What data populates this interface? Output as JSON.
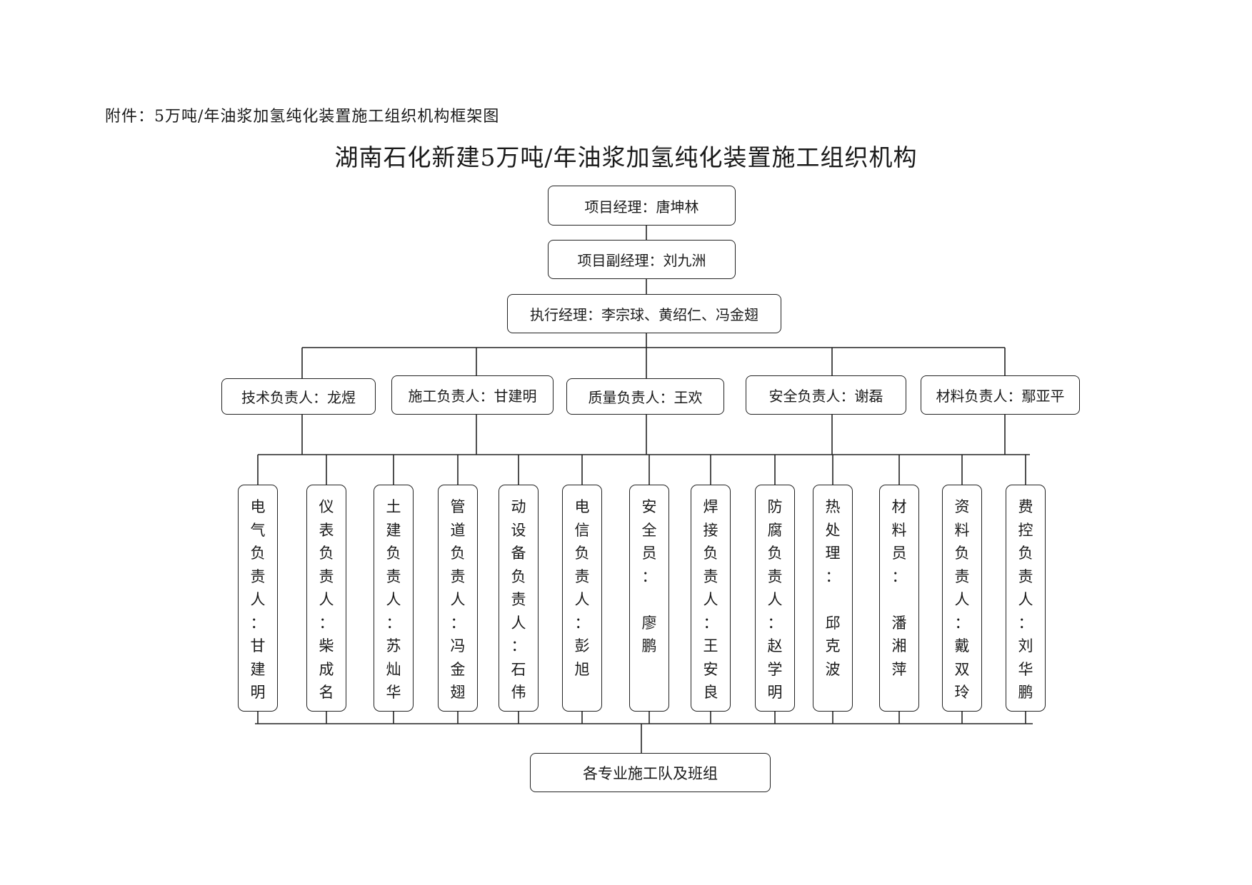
{
  "caption": "附件：5万吨/年油浆加氢纯化装置施工组织机构框架图",
  "title": "湖南石化新建5万吨/年油浆加氢纯化装置施工组织机构",
  "top": {
    "manager": "项目经理：唐坤林",
    "deputy": "项目副经理：刘九洲",
    "executive": "执行经理：李宗球、黄绍仁、冯金翅"
  },
  "leads": [
    {
      "label": "技术负责人：龙煜"
    },
    {
      "label": "施工负责人：甘建明"
    },
    {
      "label": "质量负责人：王欢"
    },
    {
      "label": "安全负责人：谢磊"
    },
    {
      "label": "材料负责人：鄢亚平"
    }
  ],
  "staff": [
    {
      "chars": [
        "电",
        "气",
        "负",
        "责",
        "人",
        "：",
        "甘",
        "建",
        "明"
      ]
    },
    {
      "chars": [
        "仪",
        "表",
        "负",
        "责",
        "人",
        "：",
        "柴",
        "成",
        "名"
      ]
    },
    {
      "chars": [
        "土",
        "建",
        "负",
        "责",
        "人",
        "：",
        "苏",
        "灿",
        "华"
      ]
    },
    {
      "chars": [
        "管",
        "道",
        "负",
        "责",
        "人",
        "：",
        "冯",
        "金",
        "翅"
      ]
    },
    {
      "chars": [
        "动",
        "设",
        "备",
        "负",
        "责",
        "人",
        "：",
        "石",
        "伟"
      ]
    },
    {
      "chars": [
        "电",
        "信",
        "负",
        "责",
        "人",
        "：",
        "彭",
        "旭"
      ]
    },
    {
      "chars": [
        "安",
        "全",
        "员",
        "：",
        "",
        "廖",
        "鹏"
      ]
    },
    {
      "chars": [
        "焊",
        "接",
        "负",
        "责",
        "人",
        "：",
        "王",
        "安",
        "良"
      ]
    },
    {
      "chars": [
        "防",
        "腐",
        "负",
        "责",
        "人",
        "：",
        "赵",
        "学",
        "明"
      ]
    },
    {
      "chars": [
        "热",
        "处",
        "理",
        "：",
        "",
        "邱",
        "克",
        "波"
      ]
    },
    {
      "chars": [
        "材",
        "料",
        "员",
        "：",
        "",
        "潘",
        "湘",
        "萍"
      ]
    },
    {
      "chars": [
        "资",
        "料",
        "负",
        "责",
        "人",
        "：",
        "戴",
        "双",
        "玲"
      ]
    },
    {
      "chars": [
        "费",
        "控",
        "负",
        "责",
        "人",
        "：",
        "刘",
        "华",
        "鹏"
      ]
    }
  ],
  "teams": "各专业施工队及班组"
}
